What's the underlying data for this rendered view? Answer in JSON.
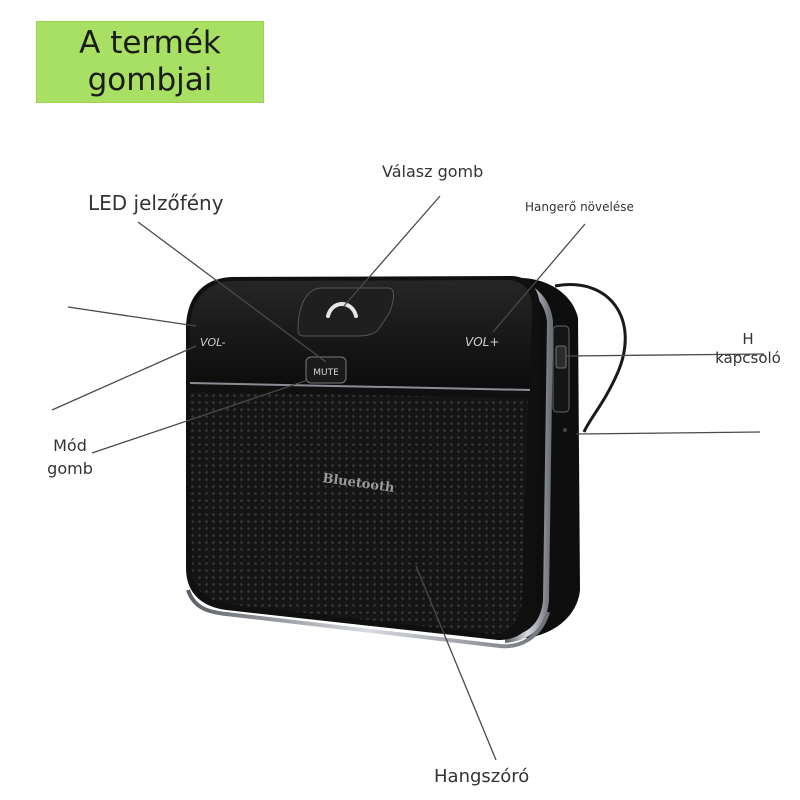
{
  "title": {
    "line1": "A termék",
    "line2": "gombjai"
  },
  "device": {
    "vol_minus_label": "VOL-",
    "vol_plus_label": "VOL+",
    "mute_label": "MUTE",
    "brand_label": "Bluetooth",
    "answer_icon": "handset-icon"
  },
  "labels": {
    "answer_button": "Válasz gomb",
    "led": "LED jelzőfény",
    "volume_up": "Hangerő növelése",
    "switch_line1": "H",
    "switch_line2": "kapcsoló",
    "mode_line1": "Mód",
    "mode_line2": "gomb",
    "speaker": "Hangszóró"
  },
  "colors": {
    "title_bg": "#a8e063",
    "device_body": "#111111",
    "chrome_trim": "#b8bcc2",
    "leader_line": "#4a4a4a"
  }
}
